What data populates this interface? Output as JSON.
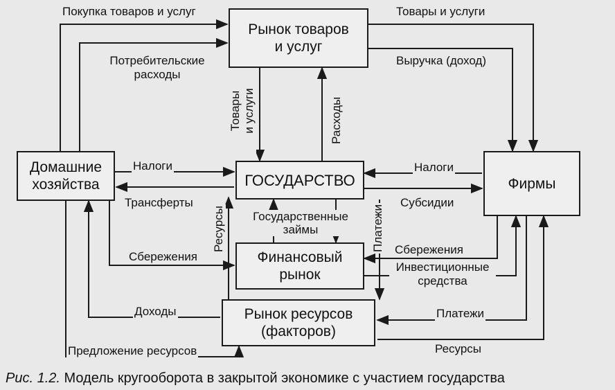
{
  "nodes": {
    "goods_market": "Рынок товаров\nи услуг",
    "households": "Домашние\nхозяйства",
    "government": "ГОСУДАРСТВО",
    "firms": "Фирмы",
    "financial_market": "Финансовый\nрынок",
    "resource_market": "Рынок ресурсов\n(факторов)"
  },
  "labels": {
    "purchase_goods": "Покупка товаров и услуг",
    "goods_services_top": "Товары и услуги",
    "consumer_spending": "Потребительские\nрасходы",
    "revenue": "Выручка (доход)",
    "goods_services_vertical": "Товары\nи услуги",
    "expenses": "Расходы",
    "taxes_left": "Налоги",
    "transfers": "Трансферты",
    "taxes_right": "Налоги",
    "subsidies": "Субсидии",
    "resources_vertical": "Ресурсы",
    "gov_loans": "Государственные\nзаймы",
    "payments_vertical": "Платежи",
    "savings_left": "Сбережения",
    "savings_right": "Сбережения",
    "investment_funds": "Инвестиционные\nсредства",
    "income": "Доходы",
    "payments_right": "Платежи",
    "resource_supply": "Предложение ресурсов",
    "resources_right": "Ресурсы"
  },
  "caption": {
    "prefix": "Рис. 1.2.",
    "text": "Модель кругооборота в закрытой экономике с участием государства"
  }
}
